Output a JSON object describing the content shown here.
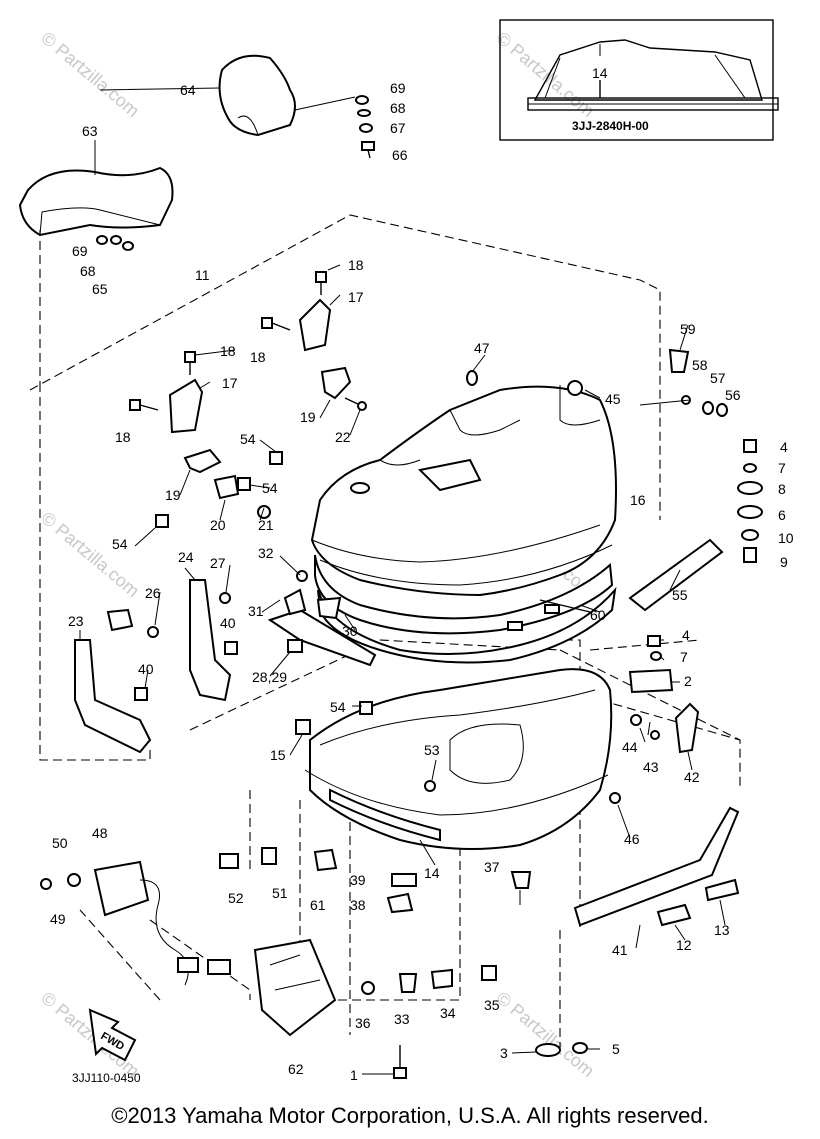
{
  "inset": {
    "part": "14",
    "code": "3JJ-2840H-00"
  },
  "watermarks": [
    "© Partzilla.com",
    "© Partzilla.com",
    "© Partzilla.com",
    "© Partzilla.com",
    "© Partzilla.com",
    "© Partzilla.com"
  ],
  "fwd_label": "FWD",
  "figure_code": "3JJ110-0450",
  "copyright": "©2013  Yamaha Motor Corporation, U.S.A. All rights reserved.",
  "labels": {
    "p1": "1",
    "p2": "2",
    "p3": "3",
    "p4a": "4",
    "p4b": "4",
    "p5": "5",
    "p6": "6",
    "p7a": "7",
    "p7b": "7",
    "p8": "8",
    "p9": "9",
    "p10": "10",
    "p11": "11",
    "p12": "12",
    "p13": "13",
    "p14a": "14",
    "p15": "15",
    "p16": "16",
    "p17a": "17",
    "p17b": "17",
    "p18a": "18",
    "p18b": "18",
    "p18c": "18",
    "p18d": "18",
    "p19a": "19",
    "p19b": "19",
    "p20": "20",
    "p21": "21",
    "p22": "22",
    "p23": "23",
    "p24": "24",
    "p26": "26",
    "p27": "27",
    "p28": "28,29",
    "p30": "30",
    "p31": "31",
    "p32": "32",
    "p33": "33",
    "p34": "34",
    "p35": "35",
    "p36": "36",
    "p37": "37",
    "p38": "38",
    "p39": "39",
    "p40a": "40",
    "p40b": "40",
    "p41": "41",
    "p42": "42",
    "p43": "43",
    "p44": "44",
    "p45": "45",
    "p46": "46",
    "p47": "47",
    "p48": "48",
    "p49": "49",
    "p50": "50",
    "p51": "51",
    "p52": "52",
    "p53": "53",
    "p54a": "54",
    "p54b": "54",
    "p54c": "54",
    "p54d": "54",
    "p55": "55",
    "p56": "56",
    "p57": "57",
    "p58": "58",
    "p59": "59",
    "p60": "60",
    "p61": "61",
    "p62": "62",
    "p63": "63",
    "p64": "64",
    "p65": "65",
    "p66": "66",
    "p67": "67",
    "p68a": "68",
    "p68b": "68",
    "p69a": "69",
    "p69b": "69"
  }
}
